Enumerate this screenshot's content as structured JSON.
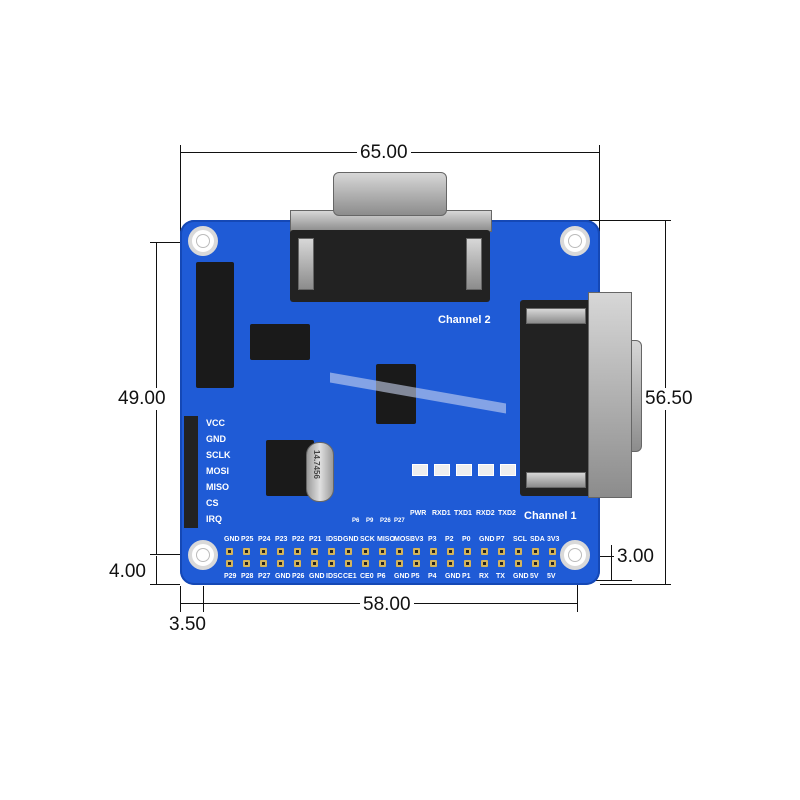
{
  "dimensions": {
    "top_width": "65.00",
    "right_height": "56.50",
    "left_height": "49.00",
    "bottom_offset": "4.00",
    "corner_offset": "3.00",
    "left_margin": "3.50",
    "bottom_width": "58.00"
  },
  "board": {
    "channel_1": "Channel 1",
    "channel_2": "Channel 2",
    "crystal": "14.7456",
    "left_labels": [
      "VCC",
      "GND",
      "SCLK",
      "MOSI",
      "MISO",
      "CS",
      "IRQ"
    ],
    "led_labels": [
      "PWR",
      "RXD1",
      "TXD1",
      "RXD2",
      "TXD2"
    ],
    "small_labels": [
      "P6",
      "P9",
      "P26",
      "P27"
    ],
    "top_row_labels": [
      "GND",
      "P25",
      "P24",
      "P23",
      "P22",
      "P21",
      "IDSD",
      "GND",
      "SCK",
      "MISO",
      "MOSI",
      "3V3",
      "P3",
      "P2",
      "P0",
      "GND",
      "P7",
      "SCL",
      "SDA",
      "3V3"
    ],
    "bottom_row_labels": [
      "P29",
      "P28",
      "P27",
      "GND",
      "P26",
      "GND",
      "IDSC",
      "CE1",
      "CE0",
      "P6",
      "GND",
      "P5",
      "P4",
      "GND",
      "P1",
      "RX",
      "TX",
      "GND",
      "5V",
      "5V"
    ]
  },
  "colors": {
    "pcb": "#1f5bd6",
    "ink": "#111111"
  }
}
